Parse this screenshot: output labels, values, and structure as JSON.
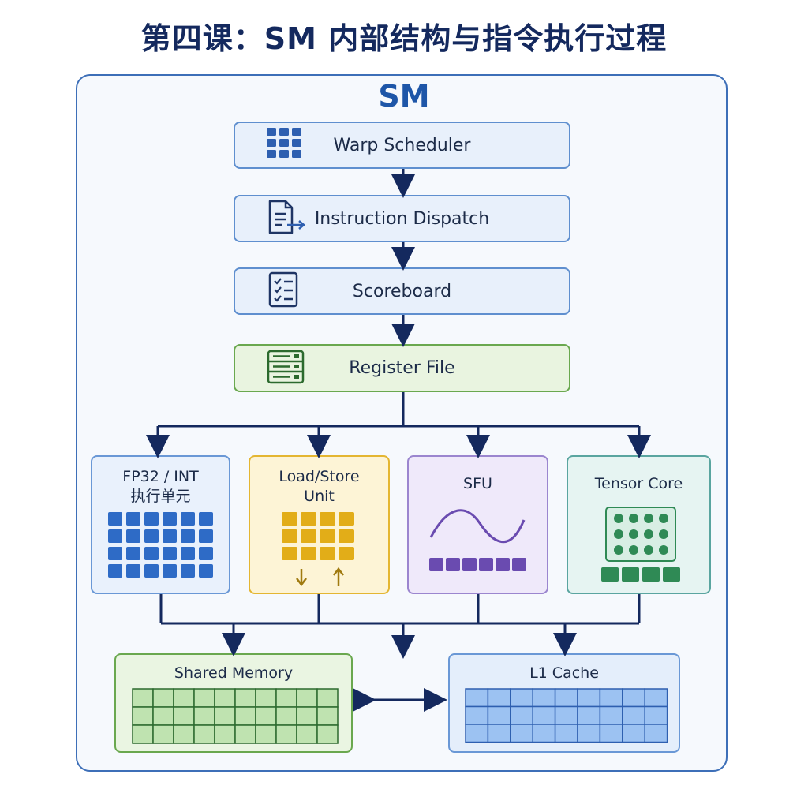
{
  "title": "第四课：SM 内部结构与指令执行过程",
  "sm_label": "SM",
  "pipeline": {
    "warp_scheduler": {
      "label": "Warp Scheduler",
      "icon": "grid-icon"
    },
    "instruction_dispatch": {
      "label": "Instruction Dispatch",
      "icon": "document-arrow-icon"
    },
    "scoreboard": {
      "label": "Scoreboard",
      "icon": "checklist-icon"
    },
    "register_file": {
      "label": "Register File",
      "icon": "server-rack-icon"
    }
  },
  "units": {
    "fp32": {
      "line1": "FP32 / INT",
      "line2": "执行单元",
      "icon": "core-grid-icon"
    },
    "ldst": {
      "line1": "Load/Store",
      "line2": "Unit",
      "icon": "load-store-grid-icon"
    },
    "sfu": {
      "line1": "SFU",
      "icon": "sine-wave-icon"
    },
    "tensor": {
      "line1": "Tensor Core",
      "icon": "tensor-matrix-icon"
    }
  },
  "memory": {
    "shared": {
      "label": "Shared Memory",
      "icon": "memory-grid-icon"
    },
    "l1": {
      "label": "L1 Cache",
      "icon": "cache-grid-icon"
    }
  },
  "colors": {
    "title": "#14295e",
    "sm": "#1e56a8",
    "arrow": "#14295e",
    "fp32": "#2e6bc6",
    "ldst": "#e2ad18",
    "sfu": "#6a4bb0",
    "tensor": "#2f8a55",
    "shared": "#bfe3b0",
    "l1": "#9cc2f2"
  }
}
